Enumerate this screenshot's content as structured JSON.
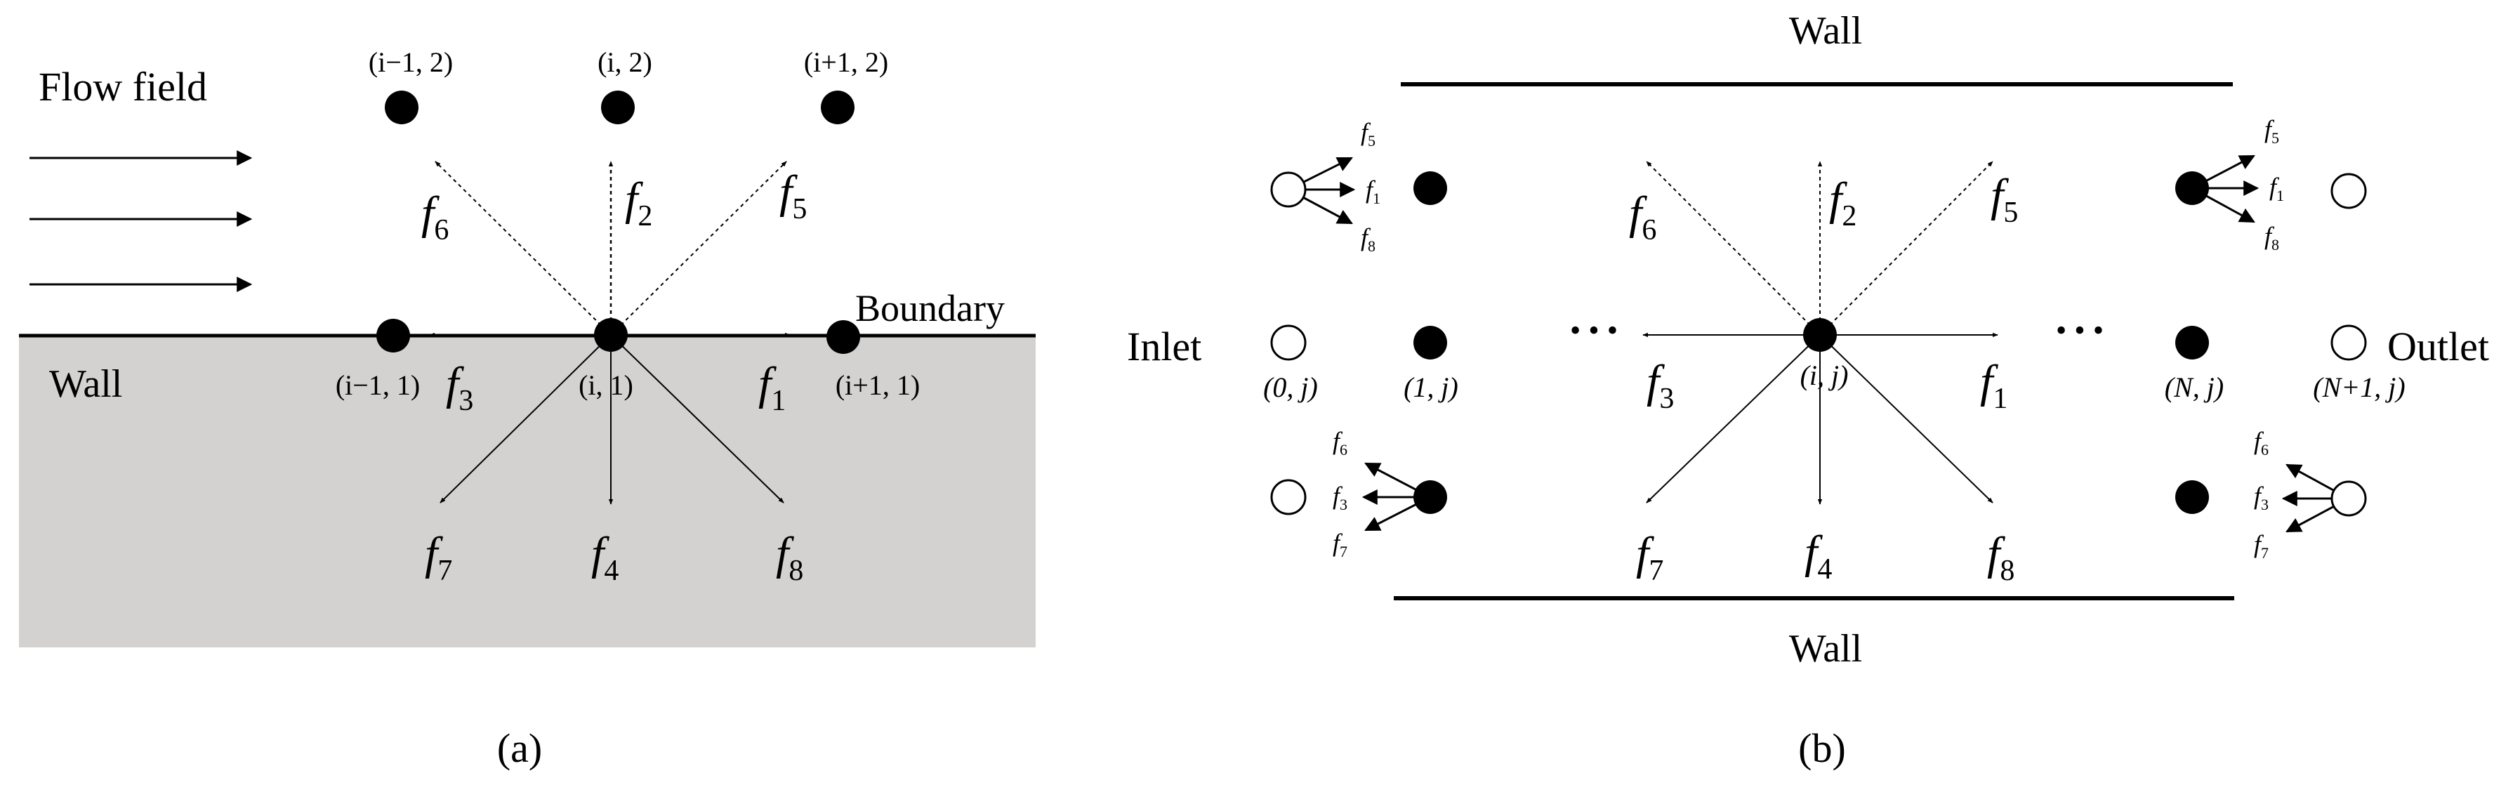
{
  "panel_a": {
    "caption": "(a)",
    "flow_label": "Flow field",
    "boundary_label": "Boundary",
    "wall_label": "Wall",
    "nodes": [
      {
        "id": "im1_2",
        "label": "(i−1, 2)",
        "filled": true
      },
      {
        "id": "i_2",
        "label": "(i, 2)",
        "filled": true
      },
      {
        "id": "ip1_2",
        "label": "(i+1, 2)",
        "filled": true
      },
      {
        "id": "im1_1",
        "label": "(i−1, 1)",
        "filled": true
      },
      {
        "id": "i_1",
        "label": "(i, 1)",
        "filled": true
      },
      {
        "id": "ip1_1",
        "label": "(i+1, 1)",
        "filled": true
      }
    ],
    "vectors": [
      {
        "name": "f",
        "sub": "1"
      },
      {
        "name": "f",
        "sub": "2"
      },
      {
        "name": "f",
        "sub": "3"
      },
      {
        "name": "f",
        "sub": "4"
      },
      {
        "name": "f",
        "sub": "5"
      },
      {
        "name": "f",
        "sub": "6"
      },
      {
        "name": "f",
        "sub": "7"
      },
      {
        "name": "f",
        "sub": "8"
      }
    ]
  },
  "panel_b": {
    "caption": "(b)",
    "top_wall_label": "Wall",
    "bottom_wall_label": "Wall",
    "inlet_label": "Inlet",
    "outlet_label": "Outlet",
    "ellipsis": "• • •",
    "nodes": [
      {
        "id": "0j",
        "label": "(0, j)",
        "filled": false
      },
      {
        "id": "1j",
        "label": "(1, j)",
        "filled": true
      },
      {
        "id": "ij",
        "label": "(i, j)",
        "filled": true
      },
      {
        "id": "Nj",
        "label": "(N, j)",
        "filled": true
      },
      {
        "id": "N1j",
        "label": "(N+1, j)",
        "filled": false
      }
    ],
    "vectors": [
      {
        "name": "f",
        "sub": "1"
      },
      {
        "name": "f",
        "sub": "2"
      },
      {
        "name": "f",
        "sub": "3"
      },
      {
        "name": "f",
        "sub": "4"
      },
      {
        "name": "f",
        "sub": "5"
      },
      {
        "name": "f",
        "sub": "6"
      },
      {
        "name": "f",
        "sub": "7"
      },
      {
        "name": "f",
        "sub": "8"
      }
    ],
    "small_vectors": {
      "inlet_top": [
        "5",
        "1",
        "8"
      ],
      "inlet_bottom": [
        "6",
        "3",
        "7"
      ],
      "outlet_top": [
        "5",
        "1",
        "8"
      ],
      "outlet_bottom": [
        "6",
        "3",
        "7"
      ]
    }
  }
}
